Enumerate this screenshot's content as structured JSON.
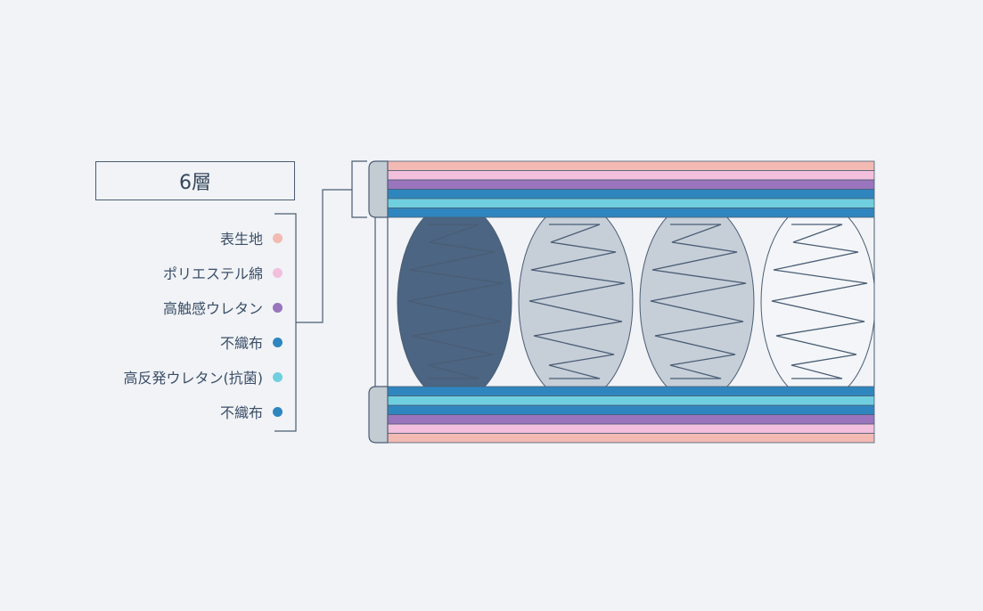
{
  "title": "6層",
  "layers": [
    {
      "label": "表生地",
      "color": "#f3b9b3"
    },
    {
      "label": "ポリエステル綿",
      "color": "#f2bfdc"
    },
    {
      "label": "高触感ウレタン",
      "color": "#9a74bd"
    },
    {
      "label": "不織布",
      "color": "#2f86bf"
    },
    {
      "label": "高反発ウレタン(抗菌)",
      "color": "#6fcfdf"
    },
    {
      "label": "不織布",
      "color": "#2f86bf"
    }
  ],
  "springs": [
    {
      "fill": "#4c6582"
    },
    {
      "fill": "#c6ced8"
    },
    {
      "fill": "#c6ced8"
    },
    {
      "fill": "#f3f5f8"
    }
  ],
  "colors": {
    "line": "#4a5d74",
    "cap": "#c3cbd3",
    "background": "#f1f3f6"
  }
}
